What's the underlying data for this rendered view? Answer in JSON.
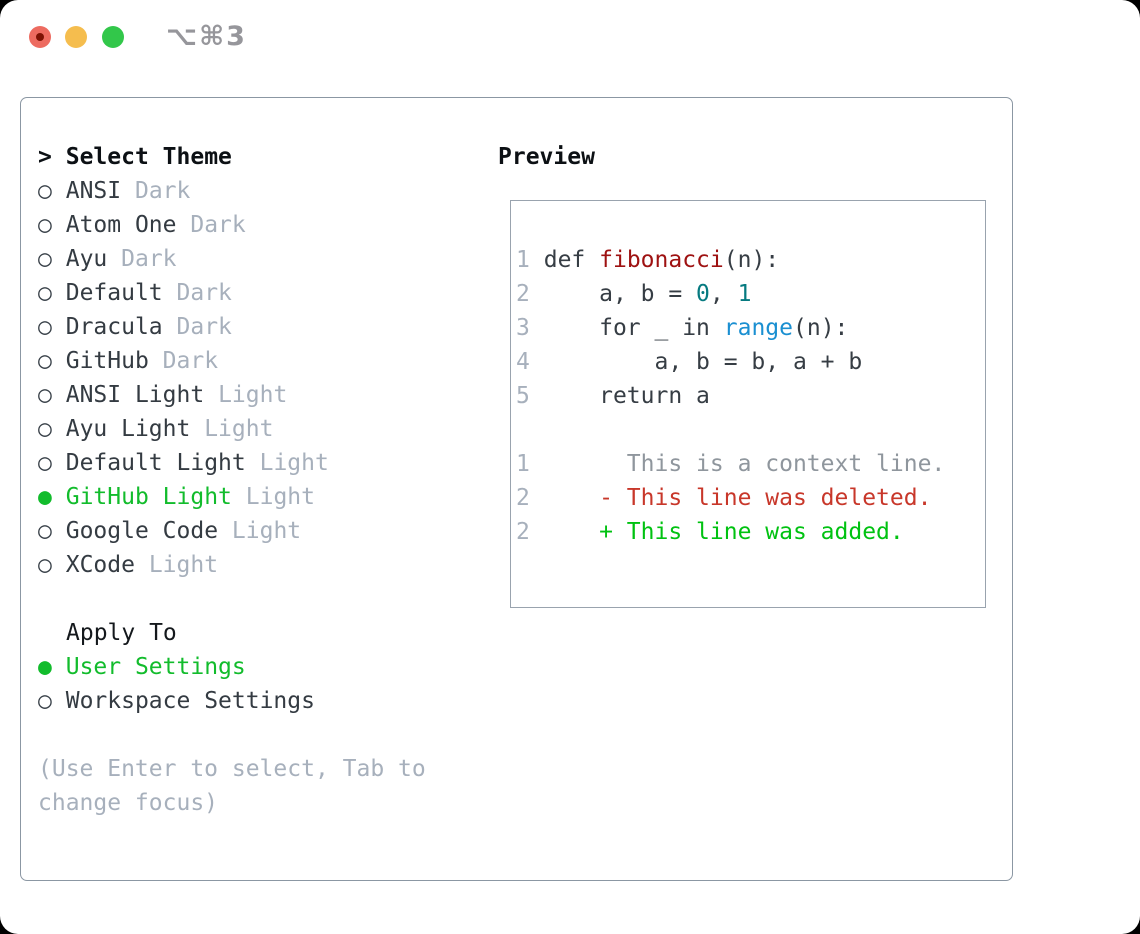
{
  "window": {
    "shortcut_label": "⌥⌘3",
    "traffic_lights": [
      "close",
      "minimize",
      "zoom"
    ]
  },
  "colors": {
    "selected_green": "#12bc2c",
    "added_green": "#00c211",
    "deleted_red": "#c8372a",
    "function_red": "#9e1111",
    "number_teal": "#067a80",
    "builtin_blue": "#1a8fd1",
    "muted_gray": "#a7b0bc",
    "panel_border": "#8b97a3"
  },
  "theme_panel": {
    "header_prefix": ">",
    "header_label": "Select Theme",
    "themes": [
      {
        "marker": "○",
        "name": "ANSI",
        "variant": "Dark",
        "selected": false
      },
      {
        "marker": "○",
        "name": "Atom One",
        "variant": "Dark",
        "selected": false
      },
      {
        "marker": "○",
        "name": "Ayu",
        "variant": "Dark",
        "selected": false
      },
      {
        "marker": "○",
        "name": "Default",
        "variant": "Dark",
        "selected": false
      },
      {
        "marker": "○",
        "name": "Dracula",
        "variant": "Dark",
        "selected": false
      },
      {
        "marker": "○",
        "name": "GitHub",
        "variant": "Dark",
        "selected": false
      },
      {
        "marker": "○",
        "name": "ANSI Light",
        "variant": "Light",
        "selected": false
      },
      {
        "marker": "○",
        "name": "Ayu Light",
        "variant": "Light",
        "selected": false
      },
      {
        "marker": "○",
        "name": "Default Light",
        "variant": "Light",
        "selected": false
      },
      {
        "marker": "●",
        "name": "GitHub Light",
        "variant": "Light",
        "selected": true
      },
      {
        "marker": "○",
        "name": "Google Code",
        "variant": "Light",
        "selected": false
      },
      {
        "marker": "○",
        "name": "XCode",
        "variant": "Light",
        "selected": false
      }
    ],
    "apply_to": {
      "label": "Apply To",
      "options": [
        {
          "marker": "●",
          "name": "User Settings",
          "selected": true
        },
        {
          "marker": "○",
          "name": "Workspace Settings",
          "selected": false
        }
      ]
    },
    "hint_line1": "(Use Enter to select, Tab to",
    "hint_line2": "change focus)"
  },
  "preview": {
    "label": "Preview",
    "lines": [
      {
        "num": "1",
        "tokens": [
          {
            "text": " ",
            "type": "plain"
          },
          {
            "text": "def",
            "type": "keyword"
          },
          {
            "text": " ",
            "type": "plain"
          },
          {
            "text": "fibonacci",
            "type": "function"
          },
          {
            "text": "(n):",
            "type": "plain"
          }
        ]
      },
      {
        "num": "2",
        "tokens": [
          {
            "text": "     a, b = ",
            "type": "plain"
          },
          {
            "text": "0",
            "type": "number"
          },
          {
            "text": ", ",
            "type": "plain"
          },
          {
            "text": "1",
            "type": "number"
          }
        ]
      },
      {
        "num": "3",
        "tokens": [
          {
            "text": "     ",
            "type": "plain"
          },
          {
            "text": "for",
            "type": "keyword"
          },
          {
            "text": " _ ",
            "type": "plain"
          },
          {
            "text": "in",
            "type": "keyword"
          },
          {
            "text": " ",
            "type": "plain"
          },
          {
            "text": "range",
            "type": "builtin"
          },
          {
            "text": "(n):",
            "type": "plain"
          }
        ]
      },
      {
        "num": "4",
        "tokens": [
          {
            "text": "         a, b = b, a + b",
            "type": "plain"
          }
        ]
      },
      {
        "num": "5",
        "tokens": [
          {
            "text": "     ",
            "type": "plain"
          },
          {
            "text": "return",
            "type": "keyword"
          },
          {
            "text": " a",
            "type": "plain"
          }
        ]
      },
      {
        "num": "",
        "tokens": []
      },
      {
        "num": "1",
        "tokens": [
          {
            "text": "       This is a context line.",
            "type": "context"
          }
        ]
      },
      {
        "num": "2",
        "tokens": [
          {
            "text": "     - This line was deleted.",
            "type": "deleted"
          }
        ]
      },
      {
        "num": "2",
        "tokens": [
          {
            "text": "     + This line was added.",
            "type": "added"
          }
        ]
      }
    ]
  }
}
